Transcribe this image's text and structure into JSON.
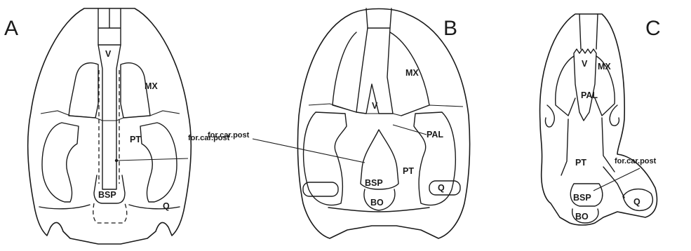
{
  "panels": [
    {
      "letter": "A",
      "labels": {
        "v": "V",
        "mx": "MX",
        "pt": "PT",
        "for_car_post": "for.car.post",
        "bsp": "BSP",
        "q": "Q"
      }
    },
    {
      "letter": "B",
      "labels": {
        "mx": "MX",
        "v": "V",
        "pal": "PAL",
        "for_car_post": "for.car.post",
        "bsp": "BSP",
        "pt": "PT",
        "q": "Q",
        "bo": "BO"
      }
    },
    {
      "letter": "C",
      "labels": {
        "v": "V",
        "mx": "MX",
        "pal": "PAL",
        "pt": "PT",
        "for_car_post": "for.car.post",
        "bsp": "BSP",
        "q": "Q",
        "bo": "BO"
      }
    }
  ],
  "colors": {
    "ink": "#1a1a1a",
    "background": "#ffffff"
  }
}
